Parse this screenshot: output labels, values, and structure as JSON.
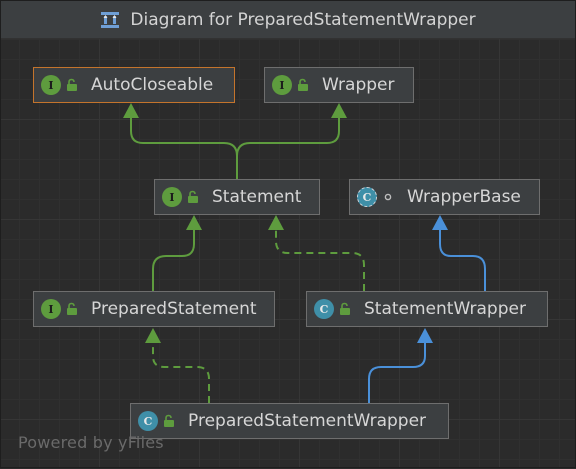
{
  "window": {
    "title": "Diagram for PreparedStatementWrapper"
  },
  "diagram": {
    "nodes": [
      {
        "id": "autocloseable",
        "label": "AutoCloseable",
        "kind": "interface",
        "kind_glyph": "I",
        "selected": true
      },
      {
        "id": "wrapper",
        "label": "Wrapper",
        "kind": "interface",
        "kind_glyph": "I",
        "selected": false
      },
      {
        "id": "statement",
        "label": "Statement",
        "kind": "interface",
        "kind_glyph": "I",
        "selected": false
      },
      {
        "id": "wrapperbase",
        "label": "WrapperBase",
        "kind": "abstract-class",
        "kind_glyph": "C",
        "selected": false
      },
      {
        "id": "preparedstatement",
        "label": "PreparedStatement",
        "kind": "interface",
        "kind_glyph": "I",
        "selected": false
      },
      {
        "id": "statementwrapper",
        "label": "StatementWrapper",
        "kind": "class",
        "kind_glyph": "C",
        "selected": false
      },
      {
        "id": "preparedstatementwrapper",
        "label": "PreparedStatementWrapper",
        "kind": "class",
        "kind_glyph": "C",
        "selected": false
      }
    ],
    "edges": [
      {
        "from": "statement",
        "to": "autocloseable",
        "type": "extends",
        "style": "solid",
        "color": "#5e9c3e"
      },
      {
        "from": "statement",
        "to": "wrapper",
        "type": "extends",
        "style": "solid",
        "color": "#5e9c3e"
      },
      {
        "from": "preparedstatement",
        "to": "statement",
        "type": "extends",
        "style": "solid",
        "color": "#5e9c3e"
      },
      {
        "from": "statementwrapper",
        "to": "statement",
        "type": "implements",
        "style": "dashed",
        "color": "#5e9c3e"
      },
      {
        "from": "statementwrapper",
        "to": "wrapperbase",
        "type": "extends",
        "style": "solid",
        "color": "#4a90d9"
      },
      {
        "from": "preparedstatementwrapper",
        "to": "preparedstatement",
        "type": "implements",
        "style": "dashed",
        "color": "#5e9c3e"
      },
      {
        "from": "preparedstatementwrapper",
        "to": "statementwrapper",
        "type": "extends",
        "style": "solid",
        "color": "#4a90d9"
      }
    ]
  },
  "footer": {
    "watermark": "Powered by yFiles"
  },
  "colors": {
    "interface": "#5e9c3e",
    "class": "#3f8fa8",
    "inheritance_class": "#4a90d9",
    "selection": "#c4742c",
    "lock": "#5e9c3e"
  },
  "icons": {
    "title": "uml-diagram-icon",
    "visibility_public": "open-lock-icon",
    "visibility_package": "dot-icon"
  }
}
